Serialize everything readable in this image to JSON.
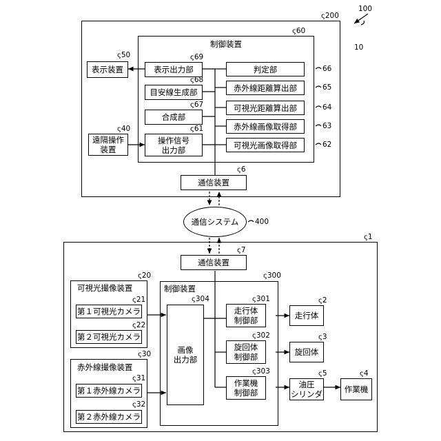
{
  "refs": {
    "r100": "100",
    "r10": "10",
    "r200": "200",
    "r60": "60",
    "r50": "50",
    "r69": "69",
    "r68": "68",
    "r67": "67",
    "r61": "61",
    "r40": "40",
    "r66": "66",
    "r65": "65",
    "r64": "64",
    "r63": "63",
    "r62": "62",
    "r6": "6",
    "r400": "400",
    "r1": "1",
    "r7": "7",
    "r20": "20",
    "r21": "21",
    "r22": "22",
    "r30": "30",
    "r31": "31",
    "r32": "32",
    "r300": "300",
    "r304": "304",
    "r301": "301",
    "r302": "302",
    "r303": "303",
    "r2": "2",
    "r3": "3",
    "r5": "5",
    "r4": "4"
  },
  "remote": {
    "control_title": "制御装置",
    "display_device": "表示装置",
    "remote_operation_device": "遠隔操作\n装置",
    "display_output": "表示出力部",
    "guide_line_generator": "目安線生成部",
    "compositor": "合成部",
    "operation_signal_output": "操作信号\n出力部",
    "judgment": "判定部",
    "ir_distance_calc": "赤外線距離算出部",
    "visible_distance_calc": "可視光距離算出部",
    "ir_image_acquisition": "赤外線画像取得部",
    "visible_image_acquisition": "可視光画像取得部",
    "comm_device": "通信装置"
  },
  "network": {
    "comm_system": "通信システム"
  },
  "machine": {
    "comm_device": "通信装置",
    "visible_imaging_title": "可視光撮像装置",
    "visible_camera_1": "第１可視光カメラ",
    "visible_camera_2": "第２可視光カメラ",
    "ir_imaging_title": "赤外線撮像装置",
    "ir_camera_1": "第１赤外線カメラ",
    "ir_camera_2": "第２赤外線カメラ",
    "control_title": "制御装置",
    "image_output": "画像\n出力部",
    "travel_control": "走行体\n制御部",
    "swing_control": "旋回体\n制御部",
    "work_control": "作業機\n制御部",
    "travel_body": "走行体",
    "swing_body": "旋回体",
    "hydraulic_cylinder": "油圧\nシリンダ",
    "work_machine": "作業機"
  }
}
